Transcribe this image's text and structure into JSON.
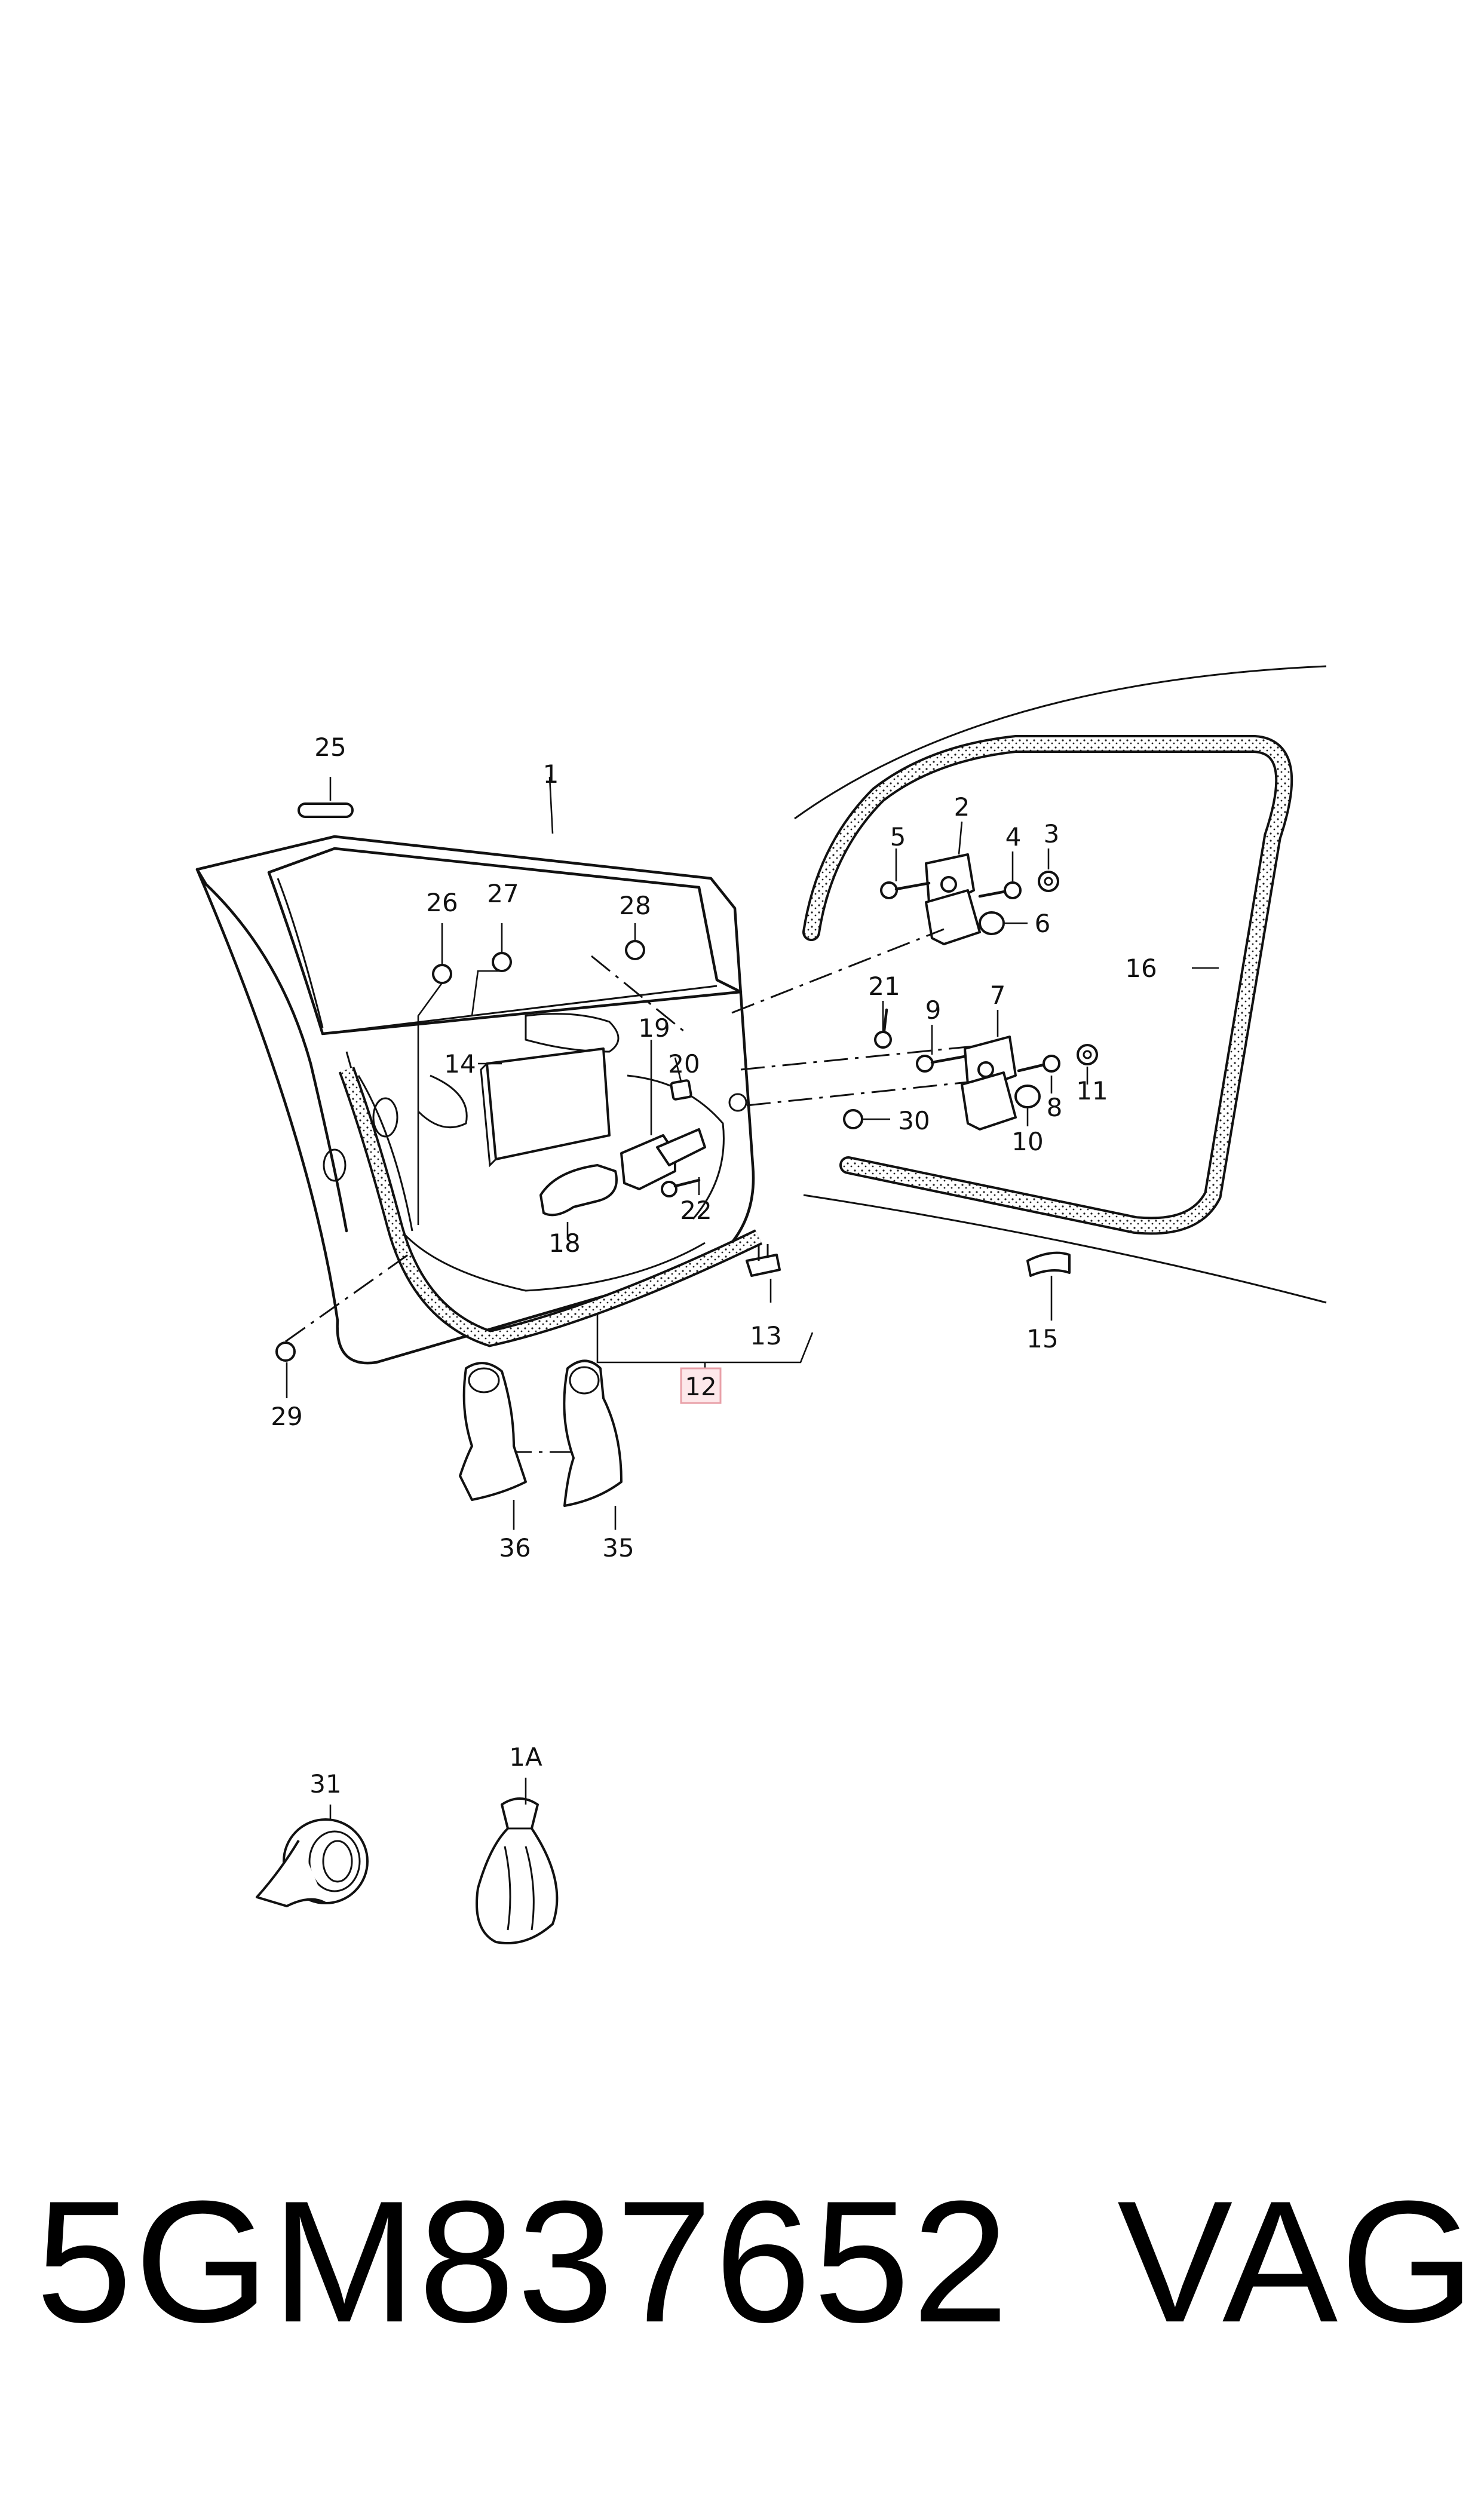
{
  "callouts": {
    "c1": "1",
    "c2": "2",
    "c3": "3",
    "c4": "4",
    "c5": "5",
    "c6": "6",
    "c7": "7",
    "c8": "8",
    "c9": "9",
    "c10": "10",
    "c11": "11",
    "c12": "12",
    "c13": "13",
    "c14": "14",
    "c15": "15",
    "c16": "16",
    "c18": "18",
    "c19": "19",
    "c20": "20",
    "c21": "21",
    "c22": "22",
    "c25": "25",
    "c26": "26",
    "c27": "27",
    "c28": "28",
    "c29": "29",
    "c30": "30",
    "c31": "31",
    "c35": "35",
    "c36": "36",
    "c1a": "1A"
  },
  "highlighted_callout": "12",
  "highlight_color": "#e8a0a8",
  "caption": {
    "part_number": "5GM837652",
    "brand": "VAG"
  }
}
